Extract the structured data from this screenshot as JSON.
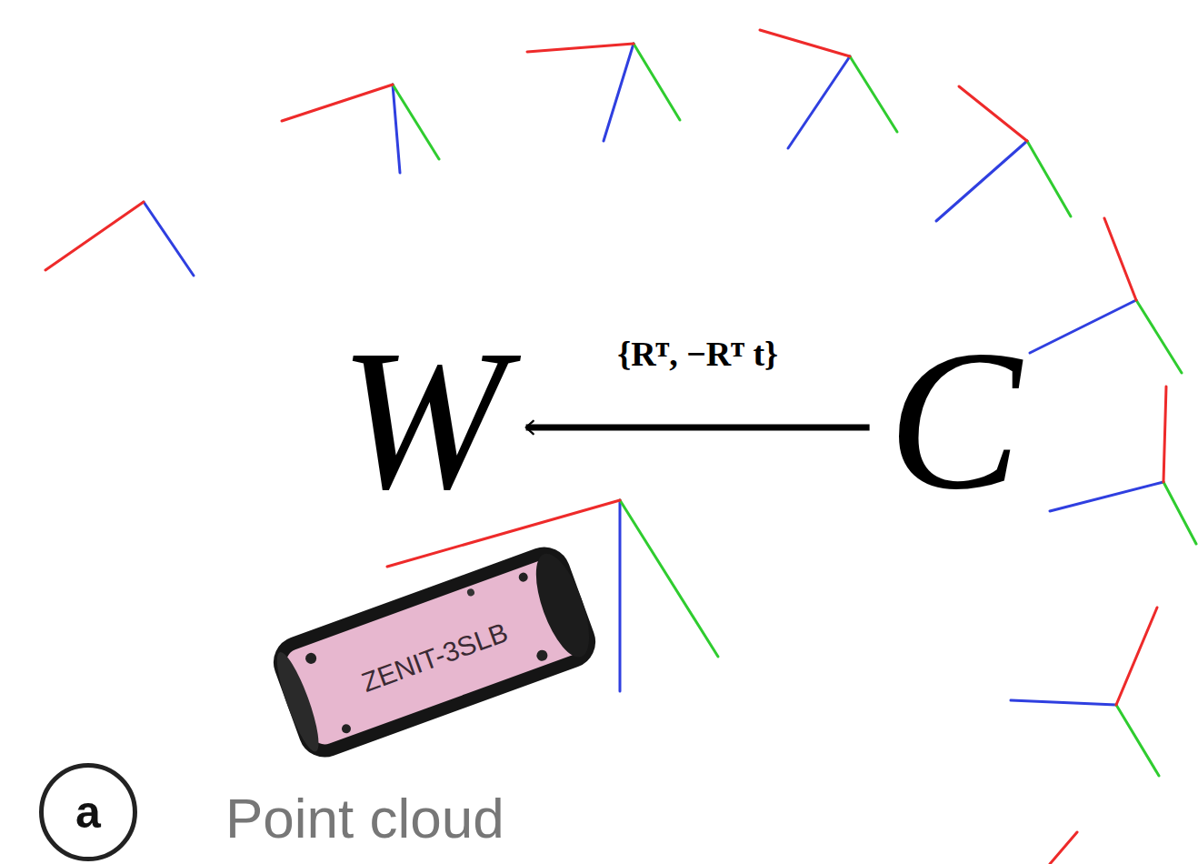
{
  "diagram": {
    "nodes": [
      {
        "text": [
          "W"
        ]
      },
      {
        "text": [
          "C"
        ]
      },
      {
        "text": [
          "a"
        ]
      }
    ],
    "edges": [
      {
        "from": 1,
        "to": 0,
        "arrow": "to",
        "label": "{Rᵀ, −Rᵀ t}"
      }
    ],
    "labels": [
      "ZENIT-3SLB",
      "Point cloud"
    ]
  }
}
